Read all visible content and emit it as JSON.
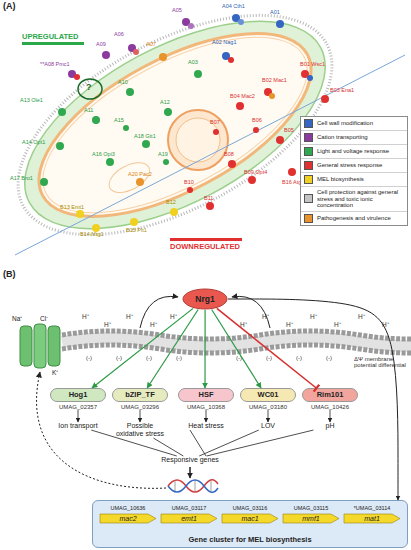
{
  "diagram": {
    "nodes": [
      {
        "text": [
          "Nrg1"
        ]
      },
      {
        "text": [
          "Hog1",
          "UMAG_02357"
        ]
      },
      {
        "text": [
          "bZIP_TF",
          "UMAG_03296"
        ]
      },
      {
        "text": [
          "HSF",
          "UMAG_10368"
        ]
      },
      {
        "text": [
          "WC01",
          "UMAG_03180"
        ]
      },
      {
        "text": [
          "Rim101",
          "UMAG_10426"
        ]
      },
      {
        "text": [
          "Ion transport"
        ]
      },
      {
        "text": [
          "Possible oxidative stress"
        ]
      },
      {
        "text": [
          "Heat stress"
        ]
      },
      {
        "text": [
          "LOV"
        ]
      },
      {
        "text": [
          "pH"
        ]
      },
      {
        "text": [
          "Responsive genes"
        ]
      },
      {
        "text": [
          "Gene cluster for MEL biosynthesis"
        ]
      },
      {
        "text": [
          "UMAG_10636",
          "mac2"
        ],
        "in": 12
      },
      {
        "text": [
          "UMAG_03117",
          "emt1"
        ],
        "in": 12
      },
      {
        "text": [
          "UMAG_03116",
          "mac1"
        ],
        "in": 12
      },
      {
        "text": [
          "UMAG_03115",
          "mmf1"
        ],
        "in": 12
      },
      {
        "text": [
          "*UMAG_03114",
          "mat1"
        ],
        "in": 12
      }
    ],
    "edges": [
      {
        "from": 0,
        "to": 1,
        "arrow": "to"
      },
      {
        "from": 0,
        "to": 2,
        "arrow": "to"
      },
      {
        "from": 0,
        "to": 3,
        "arrow": "to"
      },
      {
        "from": 0,
        "to": 4,
        "arrow": "to"
      },
      {
        "from": 0,
        "to": 5,
        "arrow": "to"
      },
      {
        "from": 1,
        "to": 6,
        "arrow": "to"
      },
      {
        "from": 2,
        "to": 7,
        "arrow": "to"
      },
      {
        "from": 3,
        "to": 8,
        "arrow": "to"
      },
      {
        "from": 4,
        "to": 9,
        "arrow": "to"
      },
      {
        "from": 5,
        "to": 10,
        "arrow": "to"
      },
      {
        "from": 6,
        "to": 11,
        "arrow": "none"
      },
      {
        "from": 7,
        "to": 11,
        "arrow": "none"
      },
      {
        "from": 8,
        "to": 11,
        "arrow": "none"
      },
      {
        "from": 9,
        "to": 11,
        "arrow": "none"
      },
      {
        "from": 10,
        "to": 11,
        "arrow": "none"
      },
      {
        "from": 0,
        "to": 12,
        "arrow": "to"
      }
    ],
    "labels": [
      "(A)",
      "UPREGULATED",
      "DOWNREGULATED",
      "A05",
      "A04 Cth1",
      "A01",
      "A06",
      "A07",
      "A02 Nag1",
      "A03",
      "**A08 Pmc1",
      "A09",
      "B01 Wsc1",
      "B03 Ena1",
      "B02 Mac1",
      "B04 Mac2",
      "A10",
      "A11",
      "A12",
      "A13 Ole1",
      "A14 Opt1",
      "A15",
      "A16 Opi3",
      "A17 Bro1",
      "A18 Gtt1",
      "A19",
      "A20 Pac2",
      "B05",
      "B06",
      "B07",
      "B08",
      "B09 Opt4",
      "B10",
      "B11",
      "B12",
      "B13 Emt1",
      "B14 Mtg1",
      "B15 Pit1",
      "B16 Atg2",
      "?",
      "(B)",
      "Na⁺",
      "Cl⁻",
      "K⁺",
      "H⁺",
      "H⁺",
      "H⁺",
      "H⁺",
      "H⁺",
      "H⁺",
      "H⁺",
      "H⁺",
      "H⁺",
      "H⁺",
      "H⁺",
      "H⁺",
      "(-)",
      "(-)",
      "(-)",
      "(-)",
      "(-)",
      "(-)",
      "(-)",
      "(-)",
      "ΔΨ membrane potential differential"
    ],
    "legend": [
      {
        "text": "Cell wall modification",
        "color": "#3466c2"
      },
      {
        "text": "Cation transporting",
        "color": "#8b3a9e"
      },
      {
        "text": "Light and voltage response",
        "color": "#2fa84f"
      },
      {
        "text": "General stress response",
        "color": "#e03030"
      },
      {
        "text": "MEL biosynthesis",
        "color": "#f0d020"
      },
      {
        "text": "Cell protection against general stress and toxic ionic concentration",
        "color": "#c4c4c4"
      },
      {
        "text": "Pathogenesis and virulence",
        "color": "#e8942a"
      }
    ]
  }
}
